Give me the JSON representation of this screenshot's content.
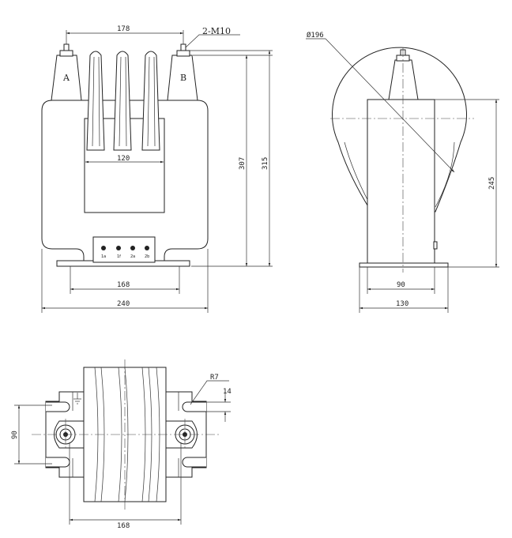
{
  "front_view": {
    "dim_terminal_spacing": "178",
    "terminal_callout": "2-M10",
    "terminal_a": "A",
    "terminal_b": "B",
    "dim_window_width": "120",
    "dim_height_inner": "307",
    "dim_height_total": "315",
    "secondary_terminals": [
      "1a",
      "1f",
      "2a",
      "2b"
    ],
    "dim_base_holes": "168",
    "dim_overall_width": "240"
  },
  "side_view": {
    "dim_diameter": "Ø196",
    "dim_center_height": "245",
    "dim_body_width": "90",
    "dim_base_width": "130"
  },
  "plan_view": {
    "dim_radius": "R7",
    "dim_slot_width": "14",
    "dim_slot_pitch": "90",
    "dim_hole_spacing": "168"
  }
}
